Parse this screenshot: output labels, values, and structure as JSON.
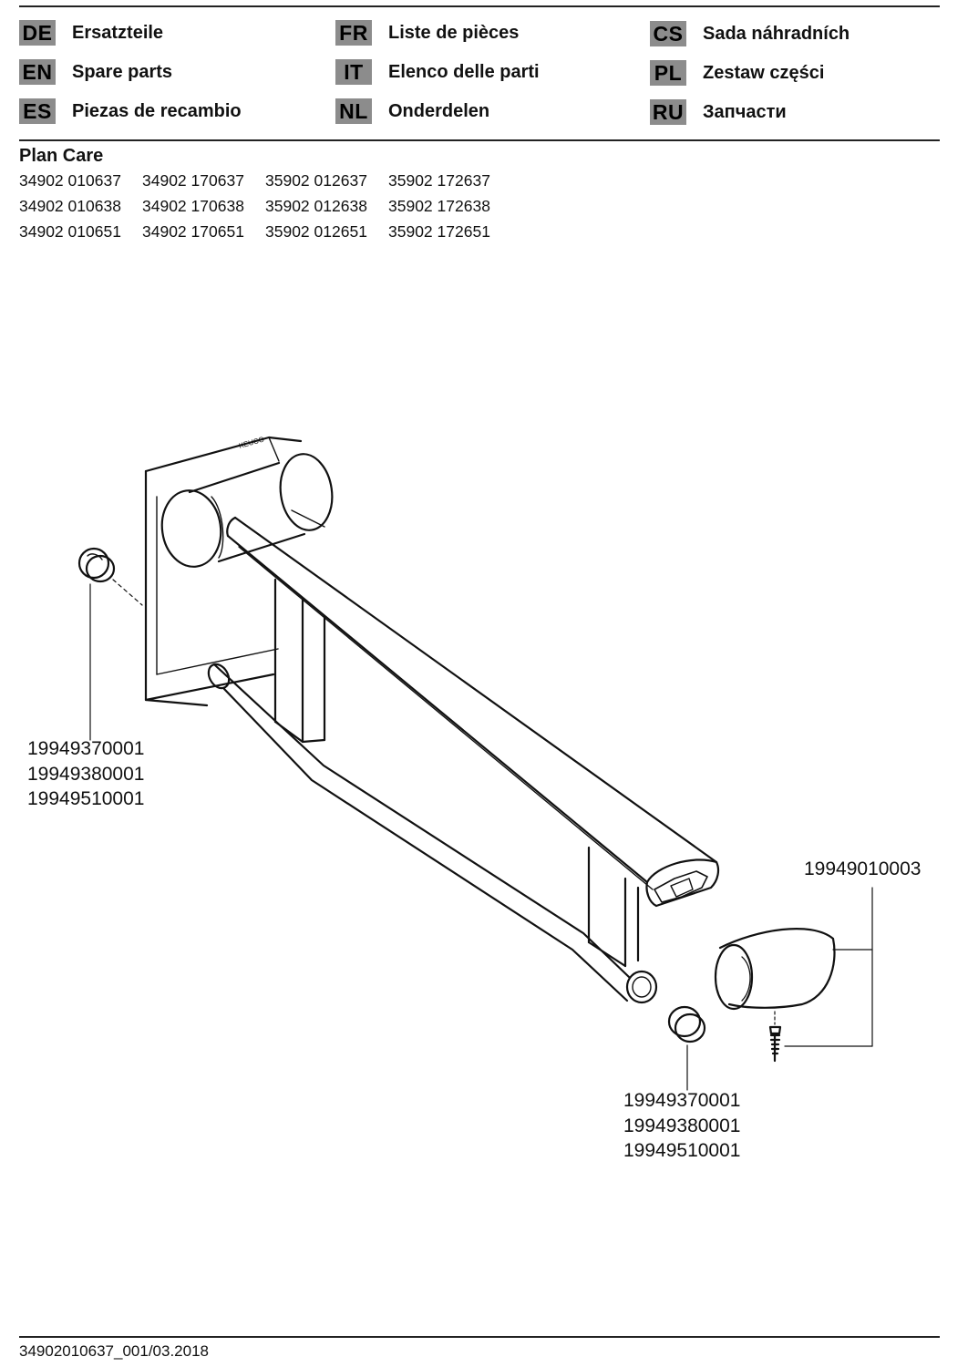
{
  "languages": [
    {
      "code": "DE",
      "label": "Ersatzteile"
    },
    {
      "code": "EN",
      "label": "Spare parts"
    },
    {
      "code": "ES",
      "label": "Piezas de recambio"
    },
    {
      "code": "FR",
      "label": "Liste de pièces"
    },
    {
      "code": "IT",
      "label": "Elenco delle parti"
    },
    {
      "code": "NL",
      "label": "Onderdelen"
    },
    {
      "code": "CS",
      "label": "Sada náhradních"
    },
    {
      "code": "PL",
      "label": "Zestaw części"
    },
    {
      "code": "RU",
      "label": "Запчасти"
    }
  ],
  "product": {
    "title": "Plan Care",
    "article_numbers": [
      [
        "34902 010637",
        "34902 170637",
        "35902 012637",
        "35902 172637"
      ],
      [
        "34902 010638",
        "34902 170638",
        "35902 012638",
        "35902 172638"
      ],
      [
        "34902 010651",
        "34902 170651",
        "35902 012651",
        "35902 172651"
      ]
    ]
  },
  "drawing": {
    "brand_mark": "KEUCO",
    "callouts": {
      "end_cap_left": [
        "19949370001",
        "19949380001",
        "19949510001"
      ],
      "end_cap_right": [
        "19949370001",
        "19949380001",
        "19949510001"
      ],
      "handle_knob": [
        "19949010003"
      ]
    }
  },
  "footer": {
    "document_id": "34902010637_001/03.2018"
  }
}
